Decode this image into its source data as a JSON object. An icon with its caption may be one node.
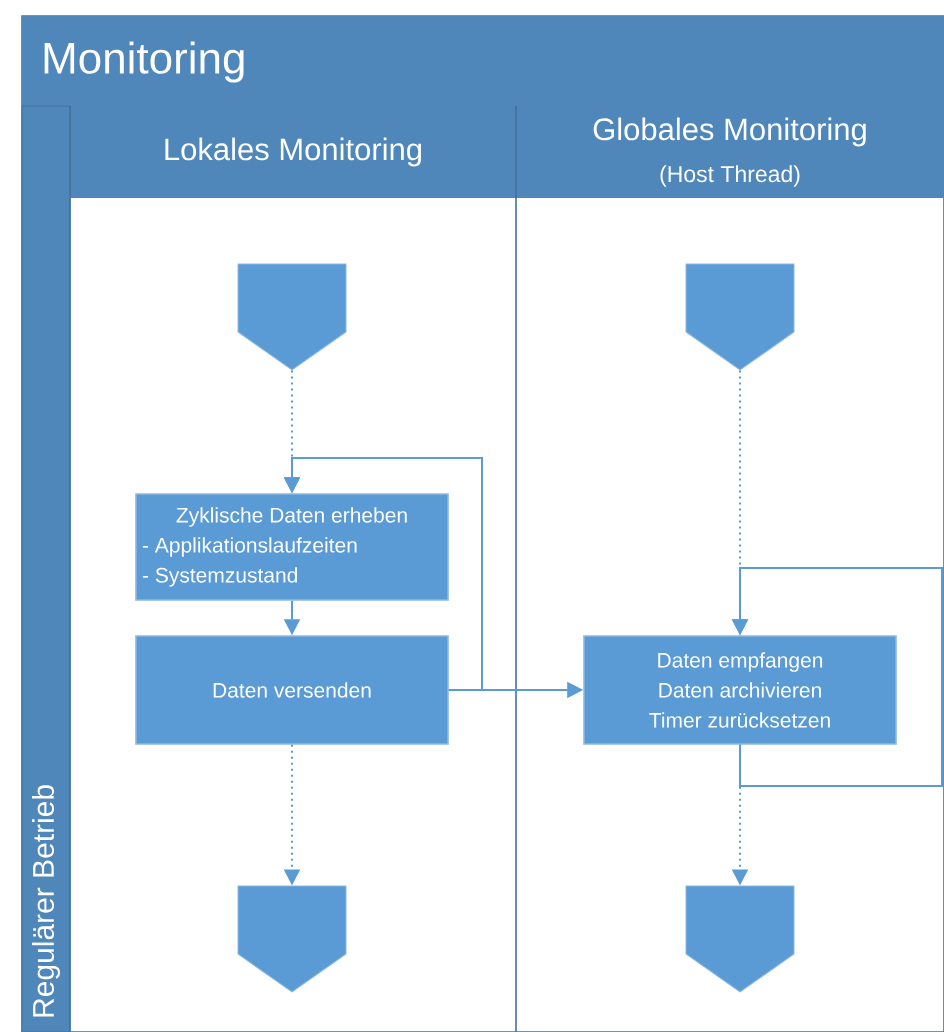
{
  "diagram": {
    "nodes": [
      {
        "text": [
          "Monitoring"
        ]
      },
      {
        "text": [
          "Regulärer Betrieb"
        ],
        "in": 0
      },
      {
        "text": [
          "Lokales Monitoring"
        ],
        "in": 0
      },
      {
        "text": [
          "Globales Monitoring",
          "(Host Thread)"
        ],
        "in": 0
      },
      {
        "text": [],
        "shape": "pentagon",
        "in": 2
      },
      {
        "text": [
          "Zyklische Daten erheben",
          "- Applikationslaufzeiten",
          "- Systemzustand"
        ],
        "in": 2
      },
      {
        "text": [
          "Daten versenden"
        ],
        "in": 2
      },
      {
        "text": [],
        "shape": "pentagon",
        "in": 2
      },
      {
        "text": [],
        "shape": "pentagon",
        "in": 3
      },
      {
        "text": [
          "Daten empfangen",
          "Daten archivieren",
          "Timer zurücksetzen"
        ],
        "in": 3
      },
      {
        "text": [],
        "shape": "pentagon",
        "in": 3
      }
    ],
    "edges": [
      {
        "from": 4,
        "to": 5,
        "arrow": "to",
        "style": "dashed"
      },
      {
        "from": 5,
        "to": 6,
        "arrow": "to"
      },
      {
        "from": 6,
        "to": 5,
        "arrow": "to"
      },
      {
        "from": 6,
        "to": 7,
        "arrow": "to",
        "style": "dashed"
      },
      {
        "from": 6,
        "to": 9,
        "arrow": "to"
      },
      {
        "from": 8,
        "to": 9,
        "arrow": "to",
        "style": "dashed"
      },
      {
        "from": 9,
        "to": 9,
        "arrow": "to"
      },
      {
        "from": 9,
        "to": 10,
        "arrow": "to",
        "style": "dashed"
      }
    ]
  }
}
